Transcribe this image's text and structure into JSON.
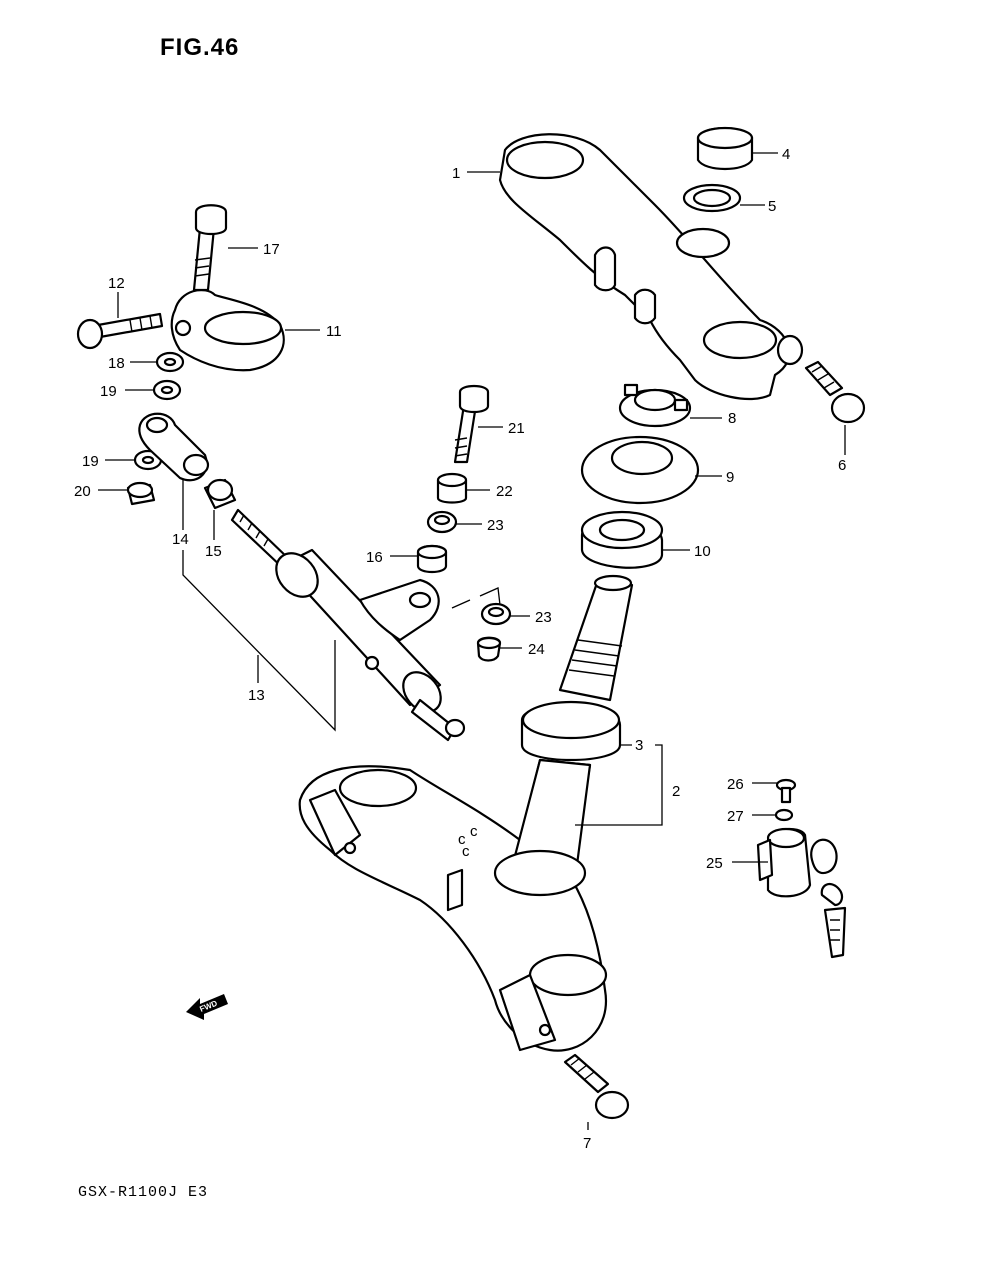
{
  "figure": {
    "title": "FIG.46",
    "model_code": "GSX-R1100J E3",
    "fwd_label": "FWD"
  },
  "callouts": [
    "1",
    "2",
    "3",
    "4",
    "5",
    "6",
    "7",
    "8",
    "9",
    "10",
    "11",
    "12",
    "13",
    "14",
    "15",
    "16",
    "17",
    "18",
    "19",
    "19",
    "20",
    "21",
    "22",
    "23",
    "23",
    "24",
    "25",
    "26",
    "27"
  ]
}
